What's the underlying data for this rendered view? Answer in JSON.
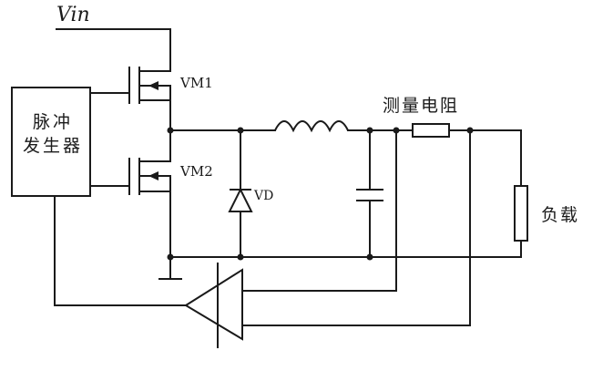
{
  "labels": {
    "vin": "Vin",
    "vm1": "VM1",
    "vm2": "VM2",
    "vd": "VD",
    "measure_resistor": "测量电阻",
    "load": "负载",
    "pulse_generator_line1": "脉冲",
    "pulse_generator_line2": "发生器"
  },
  "colors": {
    "ink": "#1a1a1a",
    "background": "#ffffff"
  }
}
